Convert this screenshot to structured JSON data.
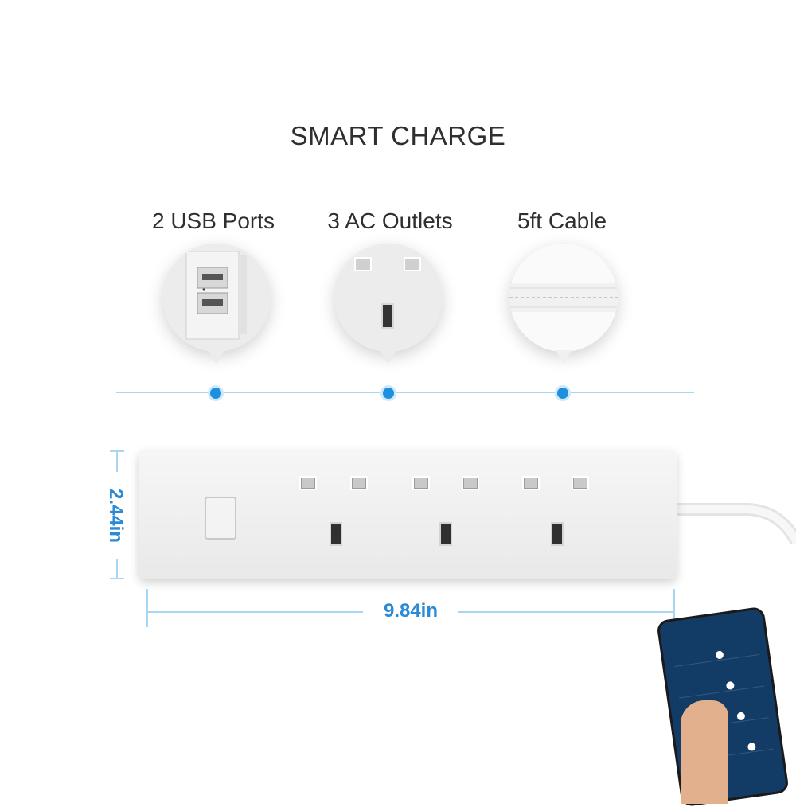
{
  "title": "SMART CHARGE",
  "features": [
    {
      "label": "2 USB Ports",
      "icon": "usb-ports-icon"
    },
    {
      "label": "3 AC Outlets",
      "icon": "ac-outlet-icon"
    },
    {
      "label": "5ft Cable",
      "icon": "cable-icon"
    }
  ],
  "dimensions": {
    "height": "2.44in",
    "width": "9.84in"
  },
  "colors": {
    "accent": "#1e90e0",
    "timeline": "#a8d6f3",
    "dim_text": "#2a8ad6"
  }
}
